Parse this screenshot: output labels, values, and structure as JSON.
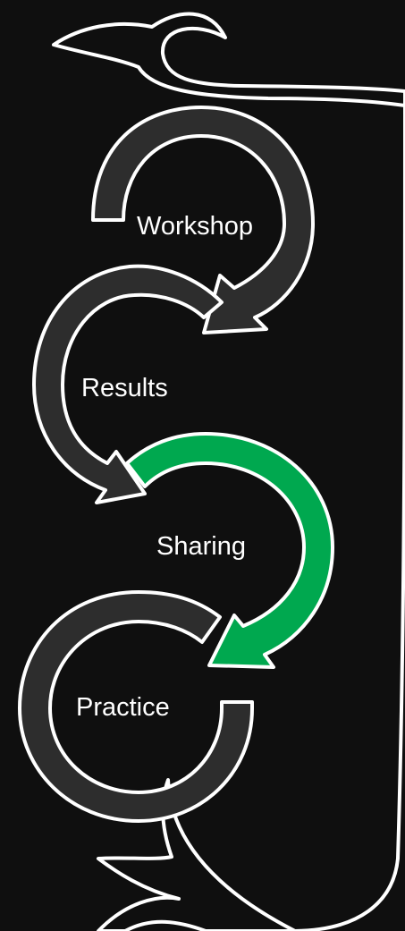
{
  "diagram": {
    "steps": [
      {
        "label": "Workshop"
      },
      {
        "label": "Results"
      },
      {
        "label": "Sharing",
        "highlighted": true
      },
      {
        "label": "Practice"
      }
    ]
  },
  "colors": {
    "background": "#0f0f0f",
    "arrow_fill": "#2d2d2d",
    "arrow_outline": "#ffffff",
    "highlight_fill": "#00a84f"
  }
}
